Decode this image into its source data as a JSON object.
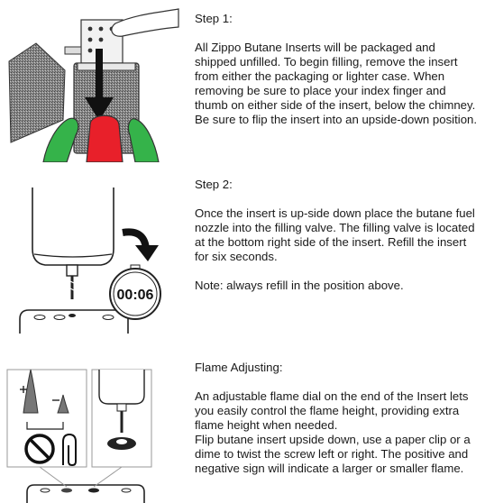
{
  "steps": [
    {
      "title": "Step 1:",
      "body": "All Zippo Butane Inserts will be packaged and shipped unfilled. To begin filling, remove the insert from either the packaging or lighter case. When removing be sure to place your index finger and thumb on either side of the insert, below the chimney. Be sure to flip the insert into an upside-down position."
    },
    {
      "title": "Step 2:",
      "body": "Once the insert is up-side down place the butane fuel nozzle into the filling valve. The filling valve is located at the bottom right side of the insert. Refill the insert for six seconds.",
      "note": "Note: always refill in the position above."
    },
    {
      "title": "Flame Adjusting:",
      "body": "An adjustable flame dial on the end of the Insert lets you easily control the flame height, providing extra flame height when needed.",
      "body2": "Flip butane insert upside down, use a paper clip or a dime to twist the screw left or right. The positive and negative sign will indicate a larger or smaller flame."
    }
  ],
  "timer": {
    "display": "00:06"
  },
  "colors": {
    "finger_red": "#e8202a",
    "finger_green": "#35b34a",
    "texture": "#7a7a7a"
  }
}
